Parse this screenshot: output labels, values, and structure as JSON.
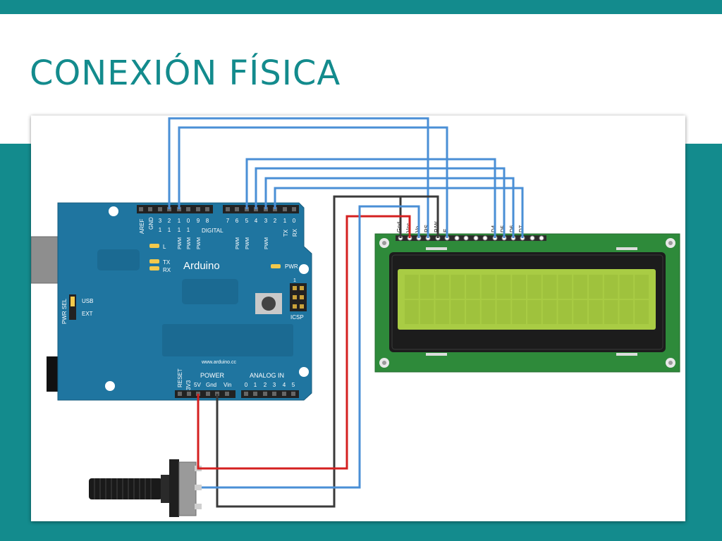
{
  "slide": {
    "title": "CONEXIÓN FÍSICA"
  },
  "arduino": {
    "brand": "Arduino",
    "website": "www.arduino.cc",
    "digital_label": "DIGITAL",
    "top_header_labels": [
      "AREF",
      "GND"
    ],
    "digital_pin_numbers_high": [
      "13",
      "12",
      "11",
      "10",
      "9",
      "8"
    ],
    "digital_pin_numbers_low": [
      "7",
      "6",
      "5",
      "4",
      "3",
      "2",
      "1",
      "0"
    ],
    "pwm_label": "PWM",
    "serial_labels": [
      "TX",
      "RX"
    ],
    "led_labels": [
      "L",
      "TX",
      "RX"
    ],
    "pwr_led_label": "PWR",
    "pwr_sel_label": "PWR SEL",
    "usb_label": "USB",
    "ext_label": "EXT",
    "icsp_label": "ICSP",
    "icsp_pin_1": "1",
    "power_label": "POWER",
    "power_pins": [
      "RESET",
      "3V3",
      "5V",
      "Gnd",
      "Vin"
    ],
    "analog_label": "ANALOG IN",
    "analog_pins": [
      "0",
      "1",
      "2",
      "3",
      "4",
      "5"
    ]
  },
  "lcd": {
    "pin_labels_left": [
      "Gnd",
      "Vcc",
      "Vo",
      "RS",
      "R/W",
      "E"
    ],
    "pin_labels_right": [
      "D4",
      "D5",
      "D6",
      "D7"
    ],
    "columns": 16,
    "rows": 2
  },
  "colors": {
    "background_band": "#138b8d",
    "title": "#138b8d",
    "arduino_board": "#1f75a0",
    "lcd_pcb": "#2e8a3a",
    "lcd_screen": "#a9cc44",
    "wire_signal": "#4a8fd6",
    "wire_power": "#d42020",
    "wire_ground": "#3a3a3a"
  }
}
